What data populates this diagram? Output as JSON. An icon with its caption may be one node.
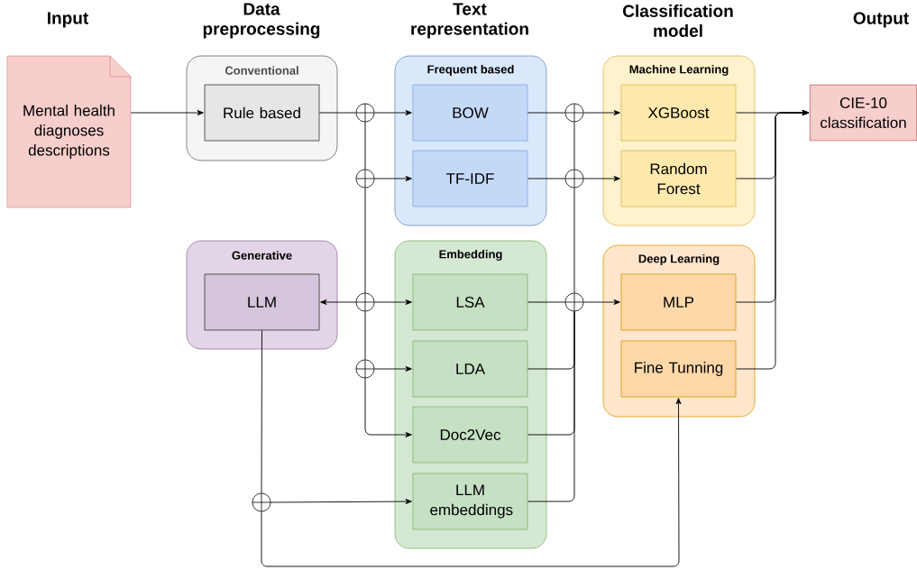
{
  "diagram": {
    "nodes": [
      {
        "text": [
          "Mental health diagnoses descriptions"
        ]
      },
      {
        "text": [
          "Conventional"
        ]
      },
      {
        "text": [
          "Rule based"
        ],
        "in": 1
      },
      {
        "text": [
          "Frequent based"
        ]
      },
      {
        "text": [
          "BOW"
        ],
        "in": 3
      },
      {
        "text": [
          "TF-IDF"
        ],
        "in": 3
      },
      {
        "text": [
          "Machine Learning"
        ]
      },
      {
        "text": [
          "XGBoost"
        ],
        "in": 6
      },
      {
        "text": [
          "Random Forest"
        ],
        "in": 6
      },
      {
        "text": [
          "CIE-10 classification"
        ]
      },
      {
        "text": [
          "Generative"
        ]
      },
      {
        "text": [
          "LLM"
        ],
        "in": 10
      },
      {
        "text": [
          "Embedding"
        ]
      },
      {
        "text": [
          "LSA"
        ],
        "in": 12
      },
      {
        "text": [
          "LDA"
        ],
        "in": 12
      },
      {
        "text": [
          "Doc2Vec"
        ],
        "in": 12
      },
      {
        "text": [
          "LLM embeddings"
        ],
        "in": 12
      },
      {
        "text": [
          "Deep Learning"
        ]
      },
      {
        "text": [
          "MLP"
        ],
        "in": 17
      },
      {
        "text": [
          "Fine Tunning"
        ],
        "in": 17
      },
      {
        "text": [],
        "shape": "circle"
      },
      {
        "text": [],
        "shape": "circle"
      },
      {
        "text": [],
        "shape": "circle"
      },
      {
        "text": [],
        "shape": "circle"
      },
      {
        "text": [],
        "shape": "circle"
      },
      {
        "text": [],
        "shape": "circle"
      },
      {
        "text": [],
        "shape": "circle"
      },
      {
        "text": [],
        "shape": "circle"
      }
    ],
    "edges": [
      {
        "from": 0,
        "to": 2,
        "arrow": "to"
      },
      {
        "from": 2,
        "to": 20,
        "arrow": "none"
      },
      {
        "from": 20,
        "to": 4,
        "arrow": "to"
      },
      {
        "from": 20,
        "to": 21,
        "arrow": "none"
      },
      {
        "from": 21,
        "to": 5,
        "arrow": "to"
      },
      {
        "from": 21,
        "to": 22,
        "arrow": "none"
      },
      {
        "from": 22,
        "to": 13,
        "arrow": "to"
      },
      {
        "from": 22,
        "to": 11,
        "arrow": "to"
      },
      {
        "from": 22,
        "to": 23,
        "arrow": "none"
      },
      {
        "from": 23,
        "to": 14,
        "arrow": "to"
      },
      {
        "from": 23,
        "to": 15,
        "arrow": "to"
      },
      {
        "from": 11,
        "to": 24,
        "arrow": "none"
      },
      {
        "from": 24,
        "to": 16,
        "arrow": "to"
      },
      {
        "from": 24,
        "to": 19,
        "arrow": "to"
      },
      {
        "from": 4,
        "to": 25,
        "arrow": "none"
      },
      {
        "from": 25,
        "to": 7,
        "arrow": "to"
      },
      {
        "from": 5,
        "to": 26,
        "arrow": "none"
      },
      {
        "from": 26,
        "to": 8,
        "arrow": "to"
      },
      {
        "from": 13,
        "to": 27,
        "arrow": "none"
      },
      {
        "from": 27,
        "to": 18,
        "arrow": "to"
      },
      {
        "from": 27,
        "to": 26,
        "arrow": "none"
      },
      {
        "from": 26,
        "to": 25,
        "arrow": "none"
      },
      {
        "from": 14,
        "to": 27,
        "arrow": "none"
      },
      {
        "from": 15,
        "to": 27,
        "arrow": "none"
      },
      {
        "from": 16,
        "to": 27,
        "arrow": "none"
      },
      {
        "from": 7,
        "to": 9,
        "arrow": "to"
      },
      {
        "from": 8,
        "to": 9,
        "arrow": "to"
      },
      {
        "from": 18,
        "to": 9,
        "arrow": "to"
      },
      {
        "from": 19,
        "to": 9,
        "arrow": "to"
      }
    ],
    "labels": [
      "Input",
      "Data preprocessing",
      "Text representation",
      "Classification model",
      "Output"
    ]
  }
}
